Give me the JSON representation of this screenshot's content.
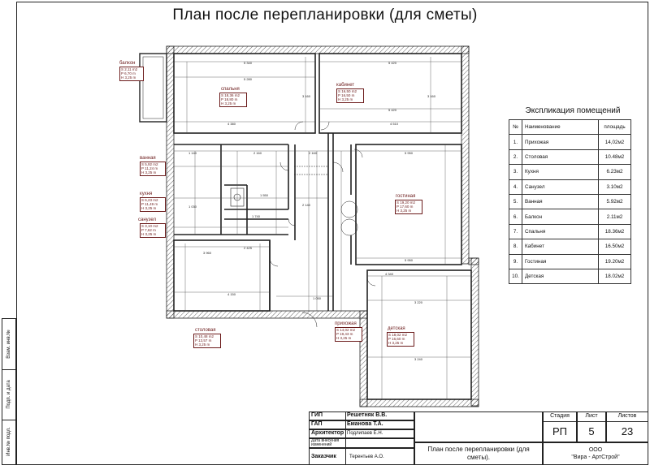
{
  "title": "План после перепланировки (для сметы)",
  "legend": {
    "title": "Экспликация помещений",
    "headers": [
      "№",
      "Наименование",
      "площадь"
    ],
    "rows": [
      {
        "n": "1.",
        "name": "Прихожая",
        "area": "14,02м2"
      },
      {
        "n": "2.",
        "name": "Столовая",
        "area": "10.48м2"
      },
      {
        "n": "3.",
        "name": "Кухня",
        "area": "6.23м2"
      },
      {
        "n": "4.",
        "name": "Санузел",
        "area": "3.10м2"
      },
      {
        "n": "5.",
        "name": "Ванная",
        "area": "5.92м2"
      },
      {
        "n": "6.",
        "name": "Балкон",
        "area": "2.11м2"
      },
      {
        "n": "7.",
        "name": "Спальня",
        "area": "18.36м2"
      },
      {
        "n": "8.",
        "name": "Кабинет",
        "area": "16.50м2"
      },
      {
        "n": "9.",
        "name": "Гостиная",
        "area": "19.20м2"
      },
      {
        "n": "10.",
        "name": "Детская",
        "area": "18.02м2"
      }
    ]
  },
  "stamp": {
    "gip_label": "ГИП",
    "gip_name": "Решетняк В.В.",
    "gap_label": "ГАП",
    "gap_name": "Еманова Т.А.",
    "architect_label": "Архитектор",
    "architect_name": "Подлипаев Е.Н.",
    "date_label": "Дата внесения изменений",
    "customer_label": "Заказчик",
    "customer_name": "Терентьев А.О.",
    "sheet_title": "План после перепланировки (для сметы).",
    "stage_label": "Стадия",
    "stage_value": "РП",
    "sheet_label": "Лист",
    "sheet_value": "5",
    "sheets_label": "Листов",
    "sheets_value": "23",
    "org_line1": "ООО",
    "org_line2": "\"Вира - АртСтрой\""
  },
  "side_strip": {
    "inv_sub": "Взам. инв.№",
    "sign_date": "Подп. и дата",
    "inv_orig": "Инв.№ подл."
  },
  "rooms": {
    "balcony": {
      "label": "балкон",
      "area": "S 2,11 m2",
      "perim": "P 6,70 m",
      "height": "H 3,25 m"
    },
    "bedroom": {
      "label": "спальня",
      "area": "S 18,36 m2",
      "perim": "P 18,80 m",
      "height": "H 3,25 m"
    },
    "cabinet": {
      "label": "кабинет",
      "area": "S 16,50 m2",
      "perim": "P 16,50 m",
      "height": "H 3,25 m"
    },
    "bathroom": {
      "label": "ванная",
      "area": "S 5,92 m2",
      "perim": "P 11,24 m",
      "height": "H 3,25 m"
    },
    "kitchen": {
      "label": "кухня",
      "area": "S 6,23 m2",
      "perim": "P 11,49 m",
      "height": "H 3,25 m"
    },
    "wc": {
      "label": "санузел",
      "area": "S 3,10 m2",
      "perim": "P 7,62 m",
      "height": "H 3,25 m"
    },
    "living": {
      "label": "гостиная",
      "area": "S 19,20 m2",
      "perim": "P 17,60 m",
      "height": "H 3,25 m"
    },
    "dining": {
      "label": "столовая",
      "area": "S 10,48 m2",
      "perim": "P 13,57 m",
      "height": "H 3,25 m"
    },
    "hall": {
      "label": "прихожая",
      "area": "S 14,02 m2",
      "perim": "P 19,43 m",
      "height": "H 3,25 m"
    },
    "kids": {
      "label": "детская",
      "area": "S 18,02 m2",
      "perim": "P 16,60 m",
      "height": "H 3,25 m"
    }
  },
  "dims": {
    "d_top1": "5 340",
    "d_top2": "5 280",
    "d_top3": "5 420",
    "d_top4": "5 420",
    "d_mid1": "4 380",
    "d_mid2": "4 510",
    "d_liv1": "5 950",
    "d_liv2": "5 950",
    "d_kid1": "4 340",
    "d_kid2": "3 220",
    "d_kid3": "3 240",
    "d_din1": "4 150",
    "d_din2": "3 960",
    "d_din3": "2 425",
    "d_v1": "3 160",
    "d_v2": "3 160",
    "d_hall1": "1 050",
    "d_hall2": "2 160",
    "d_c1": "1 140",
    "d_c2": "2 160",
    "d_c3": "1 550",
    "d_c4": "1 740",
    "d_c5": "2 140",
    "d_c6": "1 030"
  }
}
